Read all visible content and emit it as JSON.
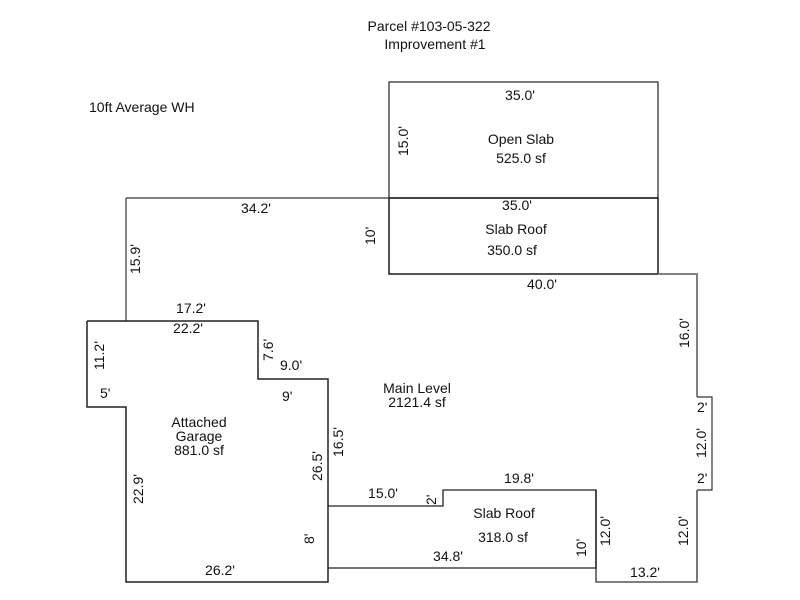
{
  "header": {
    "parcel": "Parcel #103-05-322",
    "improvement": "Improvement #1"
  },
  "note": "10ft Average WH",
  "areas": {
    "open_slab": {
      "name": "Open Slab",
      "area": "525.0 sf"
    },
    "slab_roof_top": {
      "name": "Slab Roof",
      "area": "350.0 sf"
    },
    "main_level": {
      "name": "Main Level",
      "area": "2121.4 sf"
    },
    "garage": {
      "name_line1": "Attached",
      "name_line2": "Garage",
      "area": "881.0 sf"
    },
    "slab_roof_bottom": {
      "name": "Slab Roof",
      "area": "318.0 sf"
    }
  },
  "dimensions": {
    "open_slab_top": "35.0'",
    "open_slab_left": "15.0'",
    "slab_roof_top_top": "35.0'",
    "slab_roof_top_left": "10'",
    "main_top": "34.2'",
    "main_left": "15.9'",
    "main_step_top": "17.2'",
    "garage_top": "22.2'",
    "garage_left_upper": "11.2'",
    "garage_step": "5'",
    "garage_notch_v": "7.6'",
    "garage_notch_h": "9.0'",
    "garage_notch_h_inner": "9'",
    "garage_right": "26.5'",
    "main_inner_left": "16.5'",
    "garage_left_lower": "22.9'",
    "garage_lower_right": "8'",
    "garage_bottom": "26.2'",
    "main_right_top": "40.0'",
    "main_right_upper": "16.0'",
    "bump_top": "2'",
    "bump_side": "12.0'",
    "bump_bottom": "2'",
    "main_lower_left": "15.0'",
    "main_lower_step": "2'",
    "slab_roof_bottom_top": "19.8'",
    "slab_roof_bottom_bottom": "34.8'",
    "slab_roof_bottom_right": "10'",
    "main_inner_right": "12.0'",
    "main_right_lower": "12.0'",
    "main_bottom": "13.2'"
  },
  "colors": {
    "line_dark": "#1a1a1a",
    "line_grey": "#808080"
  }
}
